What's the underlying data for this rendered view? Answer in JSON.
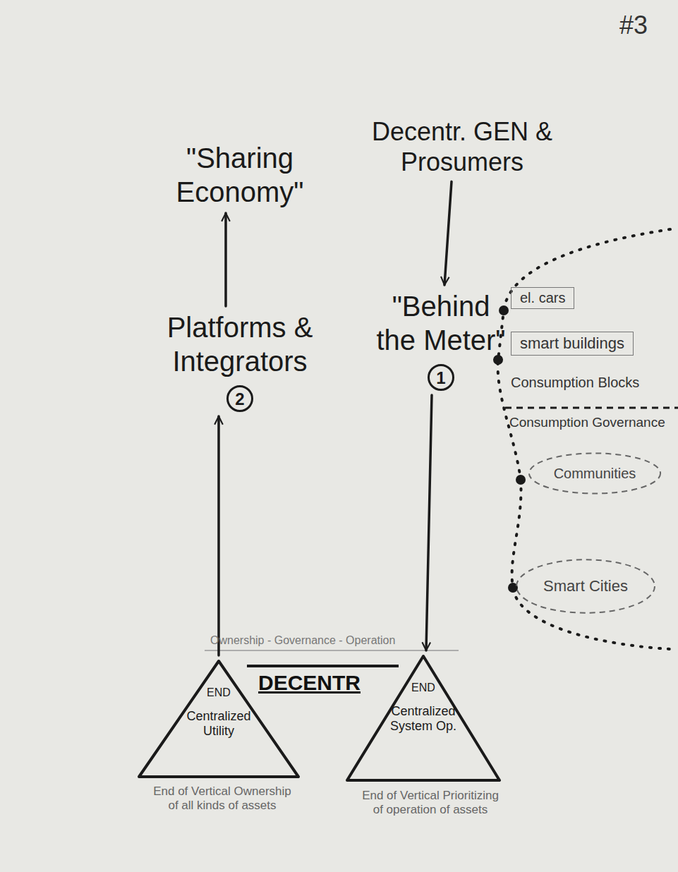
{
  "diagram": {
    "nodes": [
      {
        "text": [
          "\"Sharing Economy\""
        ]
      },
      {
        "text": [
          "Decentr. GEN & Prosumers"
        ]
      },
      {
        "text": [
          "Platforms & Integrators",
          "2"
        ]
      },
      {
        "text": [
          "\"Behind the Meter\"",
          "1"
        ]
      },
      {
        "text": [
          "el. cars"
        ]
      },
      {
        "text": [
          "smart buildings"
        ]
      },
      {
        "text": [
          "Communities"
        ]
      },
      {
        "text": [
          "Smart Cities"
        ]
      },
      {
        "text": [
          "END",
          "Centralized Utility"
        ]
      },
      {
        "text": [
          "END",
          "Centralized System Op."
        ]
      }
    ],
    "edges": [
      {
        "from": 2,
        "to": 0,
        "arrow": "to"
      },
      {
        "from": 1,
        "to": 3,
        "arrow": "to"
      },
      {
        "from": 8,
        "to": 2,
        "arrow": "to"
      },
      {
        "from": 3,
        "to": 9,
        "arrow": "to"
      }
    ],
    "labels": [
      "#3",
      "Consumption Blocks",
      "Consumption Governance",
      "DECENTR",
      "Ownership - Governance - Operation",
      "End of Vertical Ownership of all kinds of assets",
      "End of Vertical Prioritizing of operation of assets"
    ]
  }
}
